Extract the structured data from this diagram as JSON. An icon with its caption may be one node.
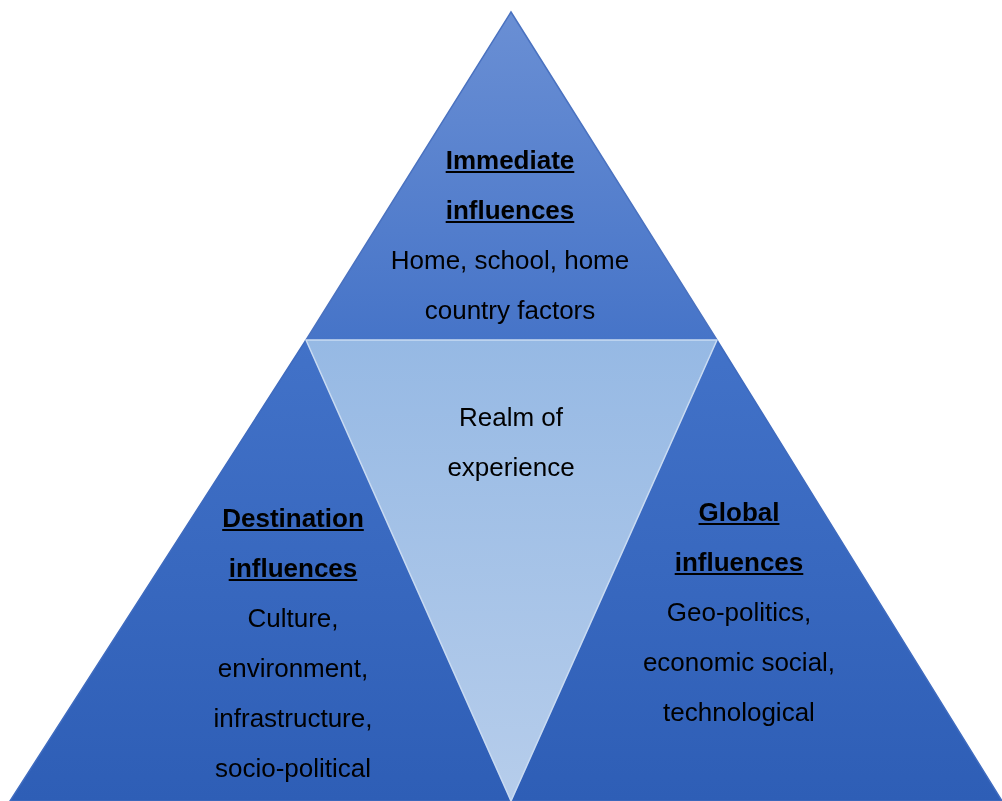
{
  "diagram": {
    "nodes": [
      {
        "text": [
          "Immediate influences",
          "Home, school, home country factors"
        ]
      },
      {
        "text": [
          "Realm of experience"
        ]
      },
      {
        "text": [
          "Destination influences",
          "Culture, environment, infrastructure, socio-political"
        ]
      },
      {
        "text": [
          "Global influences",
          "Geo-politics, economic social, technological"
        ]
      }
    ]
  }
}
